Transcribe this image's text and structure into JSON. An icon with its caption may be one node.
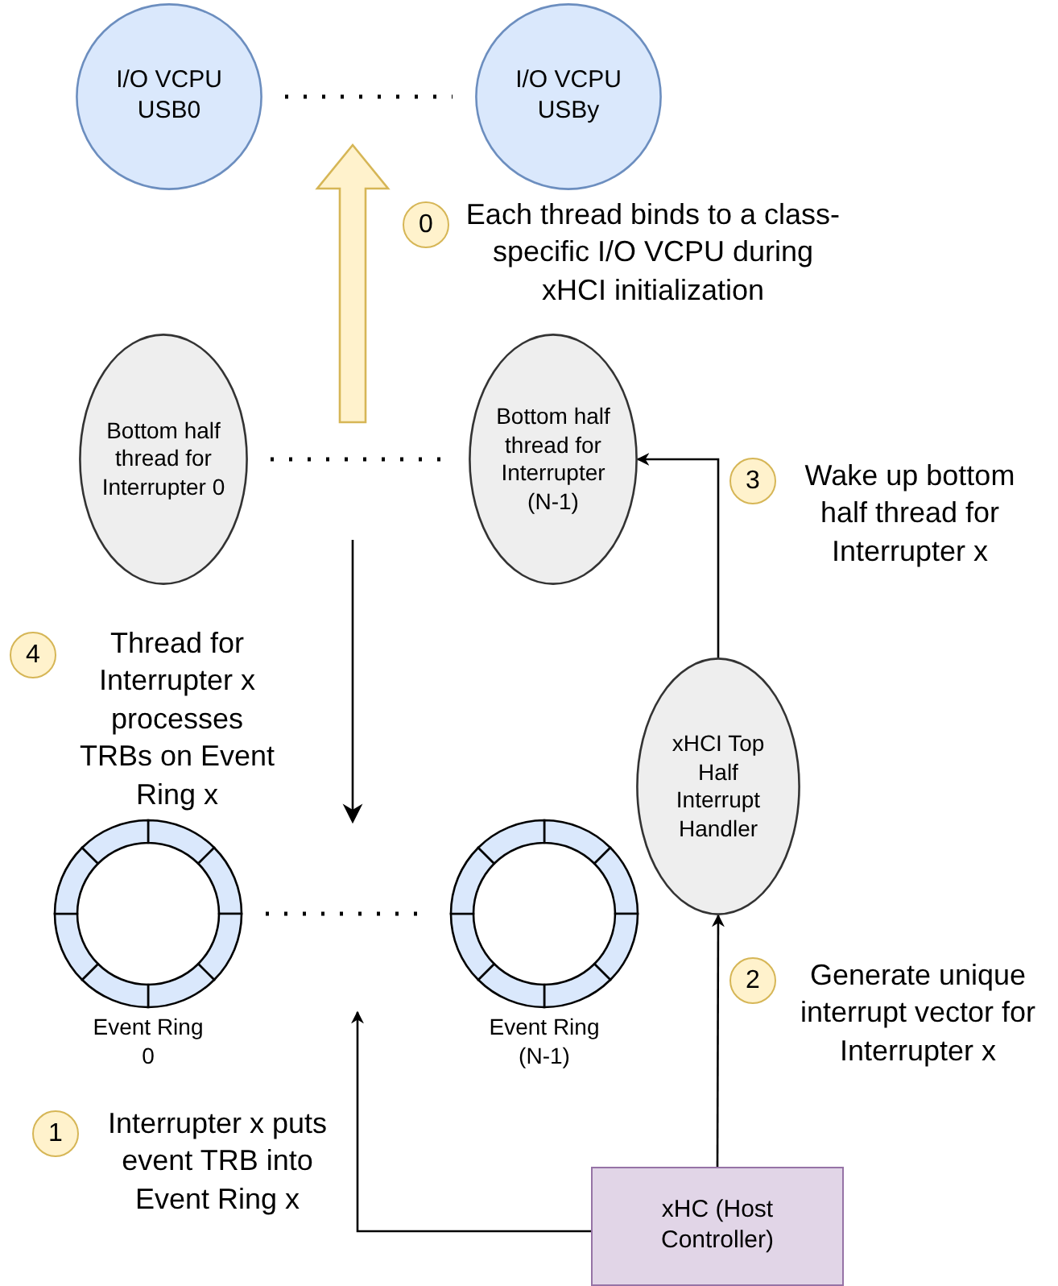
{
  "diagram": {
    "nodes": [
      {
        "text": [
          "I/O VCPU USB0"
        ]
      },
      {
        "text": [
          "I/O VCPU USBy"
        ]
      },
      {
        "text": [
          "Bottom half thread for Interrupter 0"
        ]
      },
      {
        "text": [
          "Bottom half thread for Interrupter (N-1)"
        ]
      },
      {
        "text": [
          "xHCI Top Half Interrupt Handler"
        ]
      },
      {
        "text": [
          "Event Ring 0"
        ]
      },
      {
        "text": [
          "Event Ring (N-1)"
        ]
      },
      {
        "text": [
          "xHC (Host Controller)"
        ]
      },
      {
        "text": [
          "0"
        ],
        "beside": [
          "Each thread binds to a class-specific I/O VCPU during xHCI initialization"
        ]
      },
      {
        "text": [
          "3"
        ],
        "beside": [
          "Wake up bottom half thread for Interrupter x"
        ]
      },
      {
        "text": [
          "4"
        ],
        "beside": [
          "Thread for Interrupter x processes TRBs on Event Ring x"
        ]
      },
      {
        "text": [
          "2"
        ],
        "beside": [
          "Generate unique interrupt vector for Interrupter x"
        ]
      },
      {
        "text": [
          "1"
        ],
        "beside": [
          "Interrupter x puts event TRB into Event Ring x"
        ]
      }
    ],
    "edges": [
      {
        "from": 0,
        "to": 1,
        "arrow": "none",
        "style": "dashed"
      },
      {
        "from": 2,
        "to": 3,
        "arrow": "none",
        "style": "dashed"
      },
      {
        "from": 5,
        "to": 6,
        "arrow": "none",
        "style": "dashed"
      },
      {
        "from": 4,
        "to": 3,
        "arrow": "to"
      },
      {
        "from": 7,
        "to": 4,
        "arrow": "to"
      },
      {
        "from": 7,
        "to": null,
        "arrow": "to"
      }
    ]
  }
}
